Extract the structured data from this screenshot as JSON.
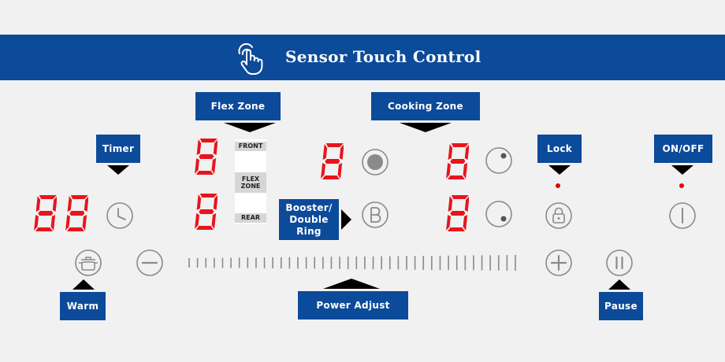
{
  "banner": {
    "title": "Sensor Touch Control",
    "icon": "touch-hand-icon",
    "color": "#0c4a9a"
  },
  "labels": {
    "flex_zone": "Flex Zone",
    "cooking_zone": "Cooking Zone",
    "timer": "Timer",
    "lock": "Lock",
    "on_off": "ON/OFF",
    "booster": "Booster/\nDouble\nRing",
    "warm": "Warm",
    "power_adjust": "Power Adjust",
    "pause": "Pause"
  },
  "flex_panel": {
    "front": "FRONT",
    "middle": "FLEX\nZONE",
    "rear": "REAR"
  },
  "displays": {
    "timer_digits": "88",
    "flex_front": "8",
    "flex_rear": "8",
    "zone_left": "8",
    "zone_right_top": "8",
    "zone_right_bottom": "8"
  },
  "icons": {
    "clock": "clock-icon",
    "pot": "pot-icon",
    "minus": "minus-icon",
    "plus": "plus-icon",
    "pause": "pause-icon",
    "lock": "lock-icon",
    "power": "power-icon",
    "booster": "booster-b-icon",
    "zone_single": "single-zone-icon",
    "zone_rt": "zone-top-right-icon",
    "zone_rb": "zone-bottom-right-icon"
  },
  "colors": {
    "segment": "#e8141c",
    "label_bg": "#0c4a9a",
    "background": "#f1f1f1",
    "icon": "#8a8a8a",
    "indicator": "#e00000"
  }
}
